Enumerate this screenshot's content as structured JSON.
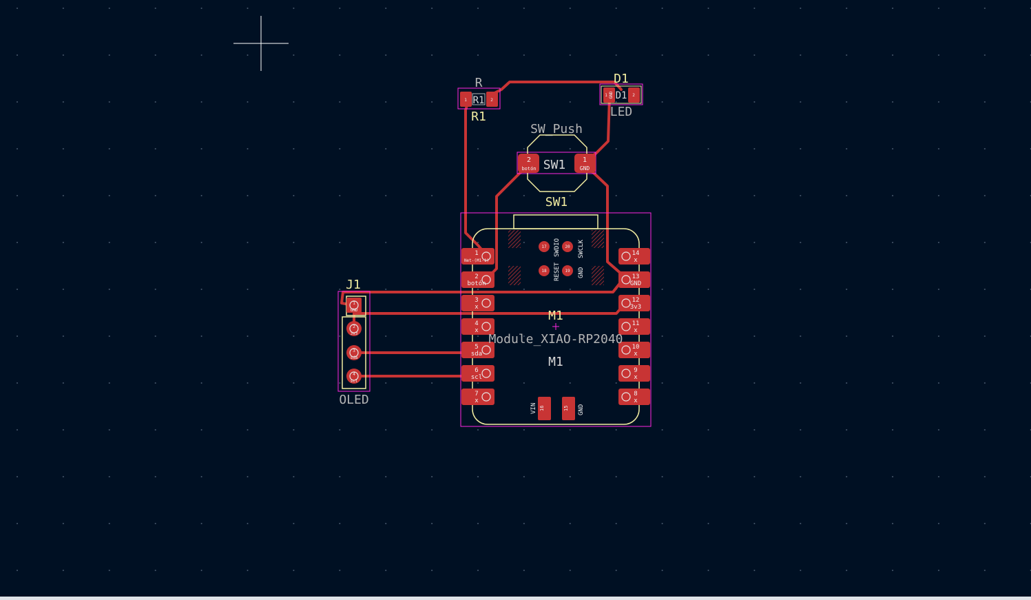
{
  "colors": {
    "background": "#001023",
    "copper": "#c83434",
    "copper_highlight": "#d94a4a",
    "silkscreen": "#f2eda1",
    "fab_text": "#b5b5b5",
    "courtyard": "#ff26e2",
    "grid_dot": "#4a5a6e",
    "cursor": "#ffffff"
  },
  "footprints": {
    "r1": {
      "value": "R",
      "ref": "R1",
      "fab": "R1",
      "pad1": "1",
      "pad2": "2"
    },
    "d1": {
      "ref": "D1",
      "value": "LED",
      "fab": "D1",
      "pad1_net": "GND",
      "pad1": "1",
      "pad2": "2"
    },
    "sw1": {
      "value": "SW_Push",
      "fab": "SW1",
      "ref": "SW1",
      "pad1": "1",
      "pad1_net": "GND",
      "pad2": "2",
      "pad2_net": "botón"
    },
    "m1": {
      "ref_top": "M1",
      "value": "Module_XIAO-RP2040",
      "ref_bottom": "M1",
      "left_pads": [
        {
          "num": "1",
          "net": "Net-(M1-1)"
        },
        {
          "num": "2",
          "net": "botón"
        },
        {
          "num": "3",
          "net": "x"
        },
        {
          "num": "4",
          "net": "x"
        },
        {
          "num": "5",
          "net": "sda"
        },
        {
          "num": "6",
          "net": "scl"
        },
        {
          "num": "7",
          "net": "x"
        }
      ],
      "right_pads": [
        {
          "num": "14",
          "net": "x"
        },
        {
          "num": "13",
          "net": "GND"
        },
        {
          "num": "12",
          "net": "3v3"
        },
        {
          "num": "11",
          "net": "x"
        },
        {
          "num": "10",
          "net": "x"
        },
        {
          "num": "9",
          "net": "x"
        },
        {
          "num": "8",
          "net": "x"
        }
      ],
      "top_labels": [
        "RESET",
        "SWDIO",
        "SWCLK",
        "GND"
      ],
      "top_pads": [
        "17",
        "18",
        "19",
        "20"
      ],
      "bottom_labels": [
        "VIN",
        "GND"
      ],
      "bottom_pads": [
        "16",
        "15"
      ]
    },
    "j1": {
      "ref": "J1",
      "value": "OLED",
      "pads": [
        {
          "num": "1",
          "net": "GND"
        },
        {
          "num": "2",
          "net": "3v3"
        },
        {
          "num": "3",
          "net": "sda"
        },
        {
          "num": "4",
          "net": "scl"
        }
      ]
    }
  }
}
